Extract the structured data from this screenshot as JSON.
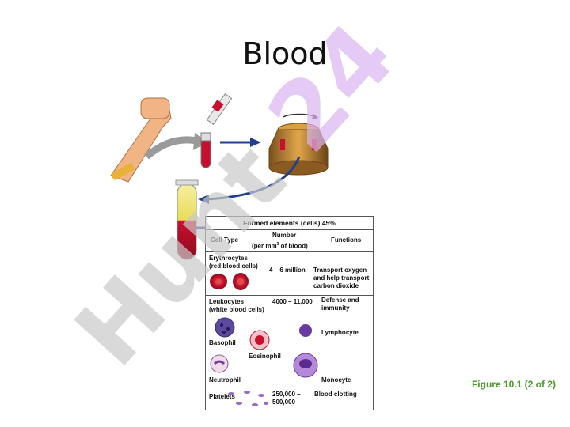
{
  "slide": {
    "title": "Blood",
    "caption": "Figure 10.1 (2 of 2)",
    "watermark": "Hunt 24"
  },
  "table": {
    "header": "Formed elements (cells) 45%",
    "columns": {
      "cell_type": "Cell Type",
      "number_line1": "Number",
      "number_line2": "(per mm",
      "number_sup": "3",
      "number_line2_end": " of blood)",
      "functions": "Functions"
    },
    "erythrocytes": {
      "name_line1": "Erythrocytes",
      "name_line2": "(red blood cells)",
      "number": "4 – 6 million",
      "function_line1": "Transport oxygen",
      "function_line2": "and help transport",
      "function_line3": "carbon dioxide"
    },
    "leukocytes": {
      "name_line1": "Leukocytes",
      "name_line2": "(white blood cells)",
      "number": "4000 – 11,000",
      "function_line1": "Defense and",
      "function_line2": "immunity",
      "cells": {
        "lymphocyte": "Lymphocyte",
        "basophil": "Basophil",
        "eosinophil": "Eosinophil",
        "neutrophil": "Neutrophil",
        "monocyte": "Monocyte"
      }
    },
    "platelets": {
      "name": "Platelets",
      "number_line1": "250,000 –",
      "number_line2": "500,000",
      "function": "Blood clotting"
    }
  },
  "colors": {
    "caption": "#4a9a2a",
    "watermark_gray": "#c9c9c9",
    "watermark_purple": "#d9b3f0",
    "arrow_blue": "#1f3f8f",
    "blood_red": "#c8102e"
  }
}
